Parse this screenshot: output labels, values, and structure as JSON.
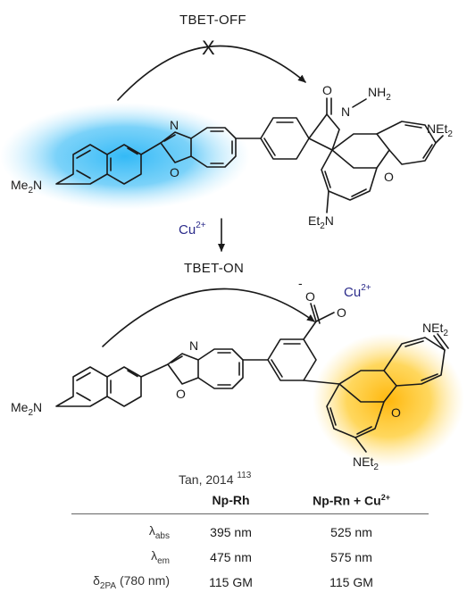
{
  "scheme": {
    "top_state": "TBET-OFF",
    "bottom_state": "TBET-ON",
    "blocked_mark": "X",
    "reagent": "Cu",
    "reagent_charge": "2+",
    "citation": "Tan, 2014 ",
    "citation_ref": "113",
    "labels": {
      "dimethylamino_prefix": "Me",
      "dimethylamino_sub": "2",
      "dimethylamino_suffix": "N",
      "amine_prefix": "NH",
      "amine_sub": "2",
      "hydrazide_n": "N",
      "carbonyl_o": "O",
      "oxazole_n": "N",
      "oxazole_o": "O",
      "xanthene_o": "O",
      "diethylamino_prefix": "NEt",
      "diethylamino_sub": "2",
      "diethylamino_left_prefix": "Et",
      "diethylamino_left_sub": "2",
      "diethylamino_left_suffix": "N",
      "carboxylate_minus": "-",
      "iminium_prefix": "NEt",
      "iminium_sub": "2"
    },
    "colors": {
      "donor_glow": "#29b6f6",
      "acceptor_glow": "#ffb300",
      "reagent_text": "#2b2b8a"
    }
  },
  "table": {
    "headers": [
      "Np-Rh",
      "Np-Rn + Cu"
    ],
    "header_charge": "2+",
    "rows": [
      {
        "symbol": "λ",
        "subscript": "abs",
        "extra": "",
        "values": [
          "395 nm",
          "525 nm"
        ]
      },
      {
        "symbol": "λ",
        "subscript": "em",
        "extra": "",
        "values": [
          "475 nm",
          "575 nm"
        ]
      },
      {
        "symbol": "δ",
        "subscript": "2PA",
        "extra": " (780 nm)",
        "values": [
          "115 GM",
          "115 GM"
        ]
      }
    ]
  }
}
